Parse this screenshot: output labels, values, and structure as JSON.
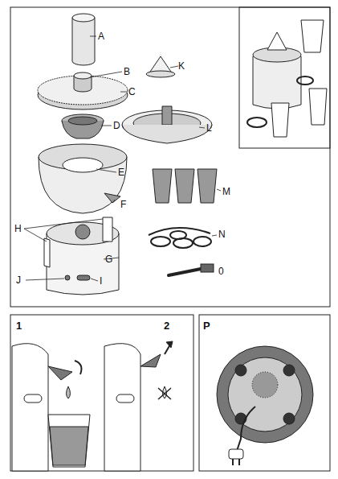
{
  "diagram": {
    "labels": [
      "A",
      "B",
      "C",
      "D",
      "E",
      "F",
      "H",
      "G",
      "J",
      "I",
      "K",
      "L",
      "M",
      "N",
      "0",
      "1",
      "2",
      "P"
    ]
  }
}
